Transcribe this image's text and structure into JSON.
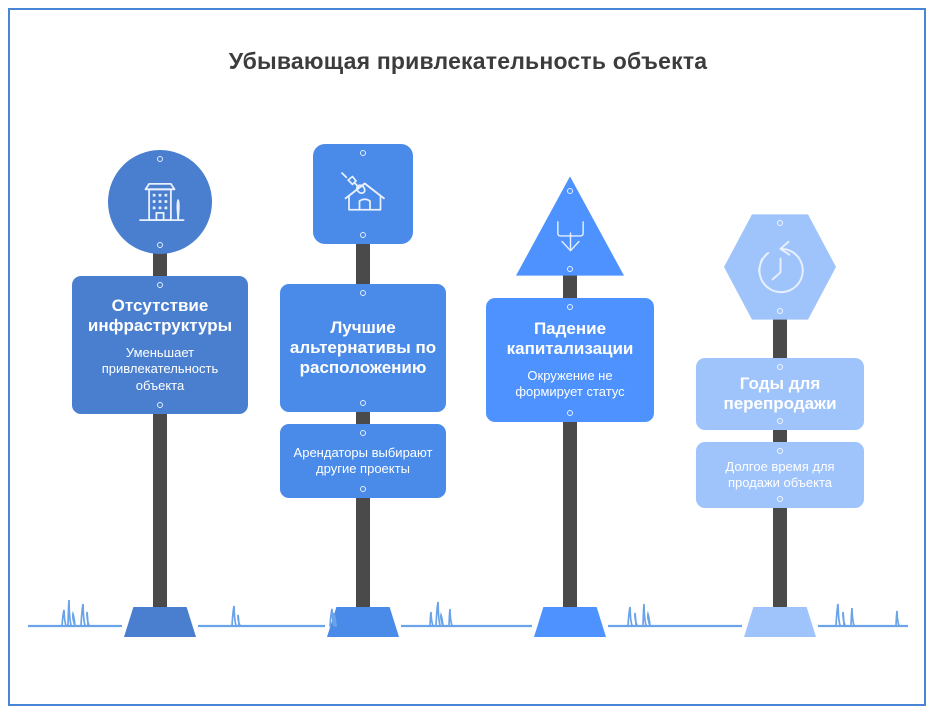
{
  "page": {
    "title": "Убывающая привлекательность объекта",
    "border_color": "#4a86d8",
    "background": "#ffffff",
    "title_color": "#3c3c3c"
  },
  "ground": {
    "line_color": "#6ba3e8",
    "grass_color": "#6ba3e8"
  },
  "signposts": [
    {
      "id": "signpost-1",
      "color": "#4a7fd0",
      "head_shape": "circle",
      "icon": "building-tree-icon",
      "title": "Отсутствие инфраструктуры",
      "body": "Уменьшает привлекательность объекта",
      "merged": true
    },
    {
      "id": "signpost-2",
      "color": "#4a8ae8",
      "head_shape": "rounded-square",
      "icon": "house-key-icon",
      "title": "Лучшие альтернативы по расположению",
      "body": "Арендаторы выбирают другие проекты",
      "merged": false
    },
    {
      "id": "signpost-3",
      "color": "#4d92ff",
      "head_shape": "triangle",
      "icon": "down-arrow-tray-icon",
      "title": "Падение капитализации",
      "body": "Окружение не формирует статус",
      "merged": true
    },
    {
      "id": "signpost-4",
      "color": "#9fc3fb",
      "head_shape": "hexagon",
      "icon": "clock-rewind-icon",
      "title": "Годы для перепродажи",
      "body": "Долгое время для продажи объекта",
      "merged": false
    }
  ]
}
